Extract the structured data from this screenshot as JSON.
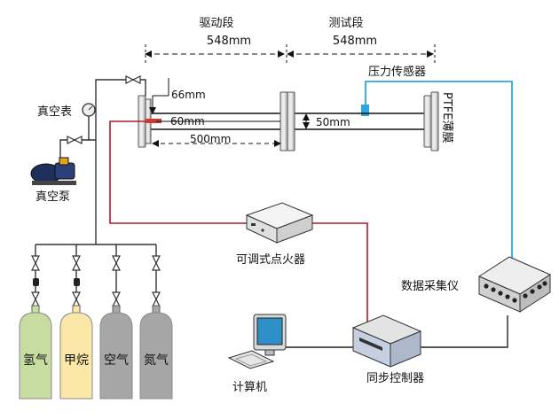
{
  "labels": {
    "drive_section": "驱动段",
    "drive_length": "548mm",
    "test_section": "测试段",
    "test_length": "548mm",
    "pressure_sensor": "压力传感器",
    "vacuum_gauge": "真空表",
    "vacuum_pump": "真空泵",
    "ignitor": "可调式点火器",
    "daq": "数据采集仪",
    "computer": "计算机",
    "sync_controller": "同步控制器",
    "membrane": "PTFE薄膜",
    "dim_66": "66mm",
    "dim_60": "60mm",
    "dim_50": "50mm",
    "dim_500": "500mm"
  },
  "gas_cylinders": [
    {
      "label": "氢气",
      "color": "#c6dca0"
    },
    {
      "label": "甲烷",
      "color": "#fbe7a8"
    },
    {
      "label": "空气",
      "color": "#a6a6a6"
    },
    {
      "label": "氮气",
      "color": "#a6a6a6"
    }
  ],
  "colors": {
    "signal_red": "#b2182b",
    "sensor_blue": "#2aa7df",
    "pipe": "#333333",
    "flange": "#bdbdbd"
  }
}
